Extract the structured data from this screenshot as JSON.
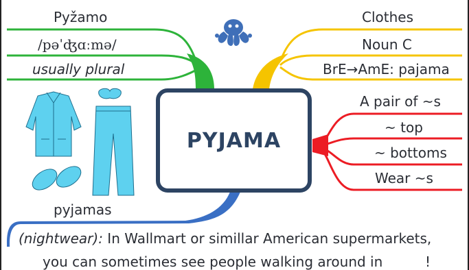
{
  "center": {
    "title": "PYJAMA"
  },
  "left_branch": {
    "color": "#2db33a",
    "items": [
      "Pyžamo",
      "/pəˈʤɑːmə/",
      "usually plural"
    ]
  },
  "right_top_branch": {
    "color": "#f5c400",
    "items": [
      "Clothes",
      "Noun C",
      "BrE→AmE: pajama"
    ]
  },
  "right_bottom_branch": {
    "color": "#ec1c24",
    "items": [
      "A pair of ~s",
      "~ top",
      "~ bottoms",
      "Wear ~s"
    ]
  },
  "bottom_branch": {
    "color": "#3a6fc4",
    "label": "pyjamas",
    "sentence_italic": "(nightwear):",
    "sentence_rest": "In Wallmart or simillar American supermarkets,",
    "sentence_line2": "you can sometimes see people walking around in",
    "sentence_end": "!"
  },
  "icons": [
    "octopus-logo-icon",
    "pyjama-top-icon",
    "pyjama-pants-icon",
    "sleep-mask-icon",
    "slippers-icon"
  ],
  "colors": {
    "center_border": "#2d4463",
    "text": "#2a2d34",
    "octopus": "#3f6fb8",
    "pyjama": "#5ed1ef"
  }
}
